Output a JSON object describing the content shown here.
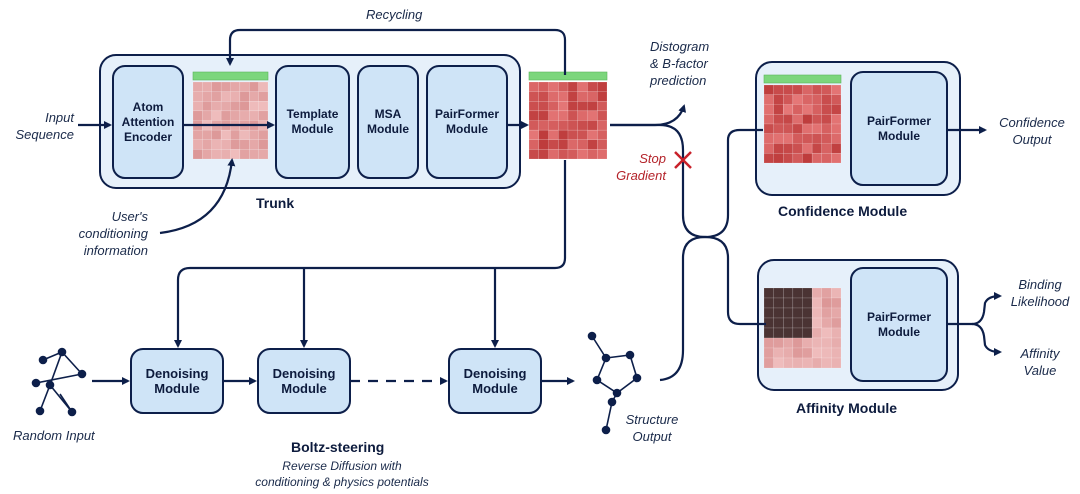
{
  "labels": {
    "recycling": "Recycling",
    "input_sequence": "Input\nSequence",
    "trunk": "Trunk",
    "users_conditioning": "User's\nconditioning\ninformation",
    "distogram": "Distogram\n& B-factor\nprediction",
    "stop_gradient": "Stop\nGradient",
    "confidence_output": "Confidence\nOutput",
    "confidence_module": "Confidence Module",
    "binding_likelihood": "Binding\nLikelihood",
    "affinity_value": "Affinity\nValue",
    "affinity_module": "Affinity Module",
    "random_input": "Random Input",
    "structure_output": "Structure\nOutput",
    "boltz_steering": "Boltz-steering",
    "boltz_caption": "Reverse Diffusion with\nconditioning & physics potentials"
  },
  "modules": {
    "atom_attention_encoder": "Atom\nAttention\nEncoder",
    "template_module": "Template\nModule",
    "msa_module": "MSA\nModule",
    "pairformer_trunk": "PairFormer\nModule",
    "pairformer_confidence": "PairFormer\nModule",
    "pairformer_affinity": "PairFormer\nModule",
    "denoising_1": "Denoising\nModule",
    "denoising_2": "Denoising\nModule",
    "denoising_3": "Denoising\nModule"
  },
  "colors": {
    "outline": "#0d1f4a",
    "module_fill": "#cfe4f7",
    "container_fill": "#e6f0fa",
    "pair_red": "#c94b4b",
    "pair_pink": "#e3a3a3",
    "bar_green": "#7cd67c",
    "stop_red": "#c8202a",
    "dark_block": "#4a3333"
  },
  "icons": [
    "molecule-graph-icon",
    "pentagon-structure-icon",
    "stop-cross-icon"
  ]
}
